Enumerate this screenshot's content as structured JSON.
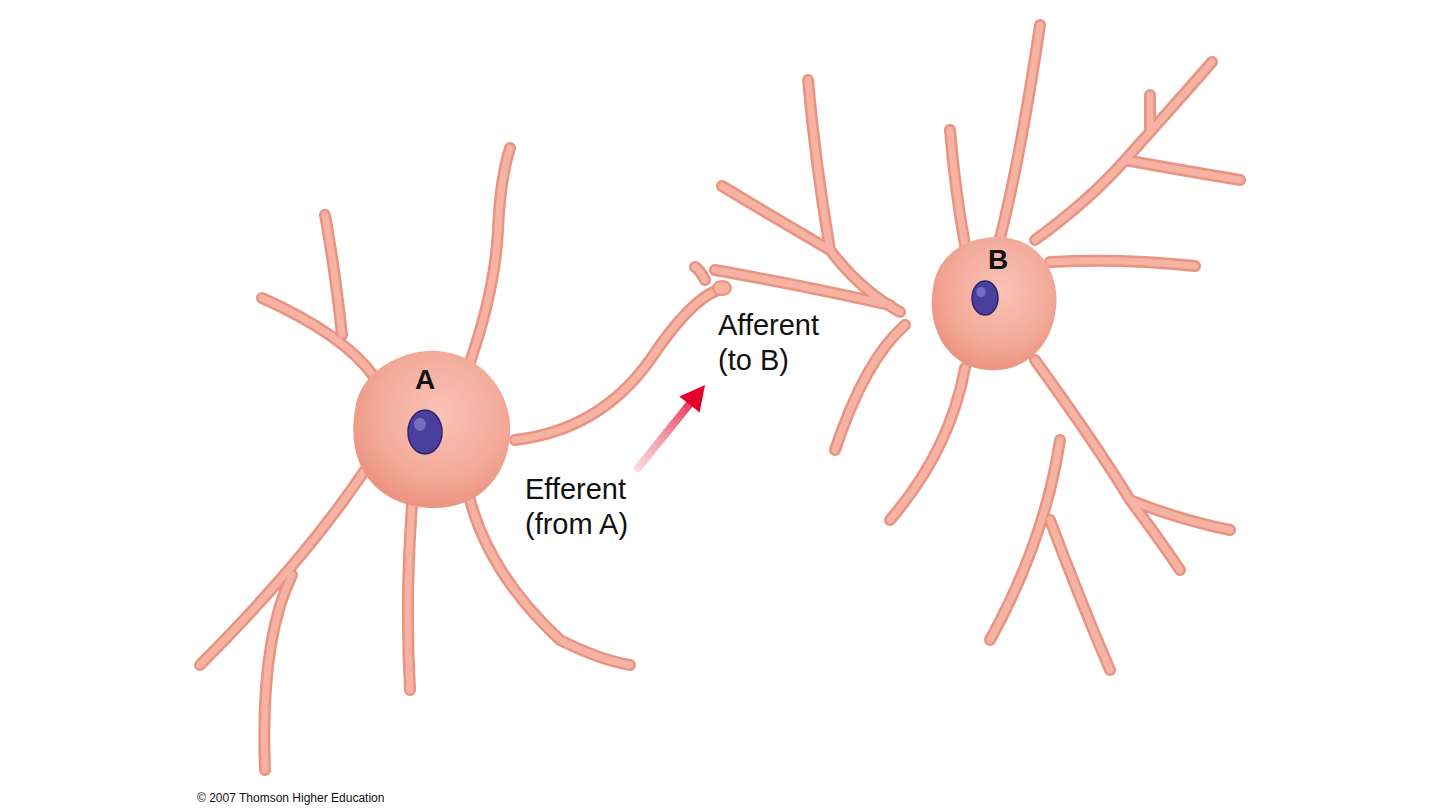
{
  "diagram": {
    "nodes": [
      {
        "text": [
          "A"
        ]
      },
      {
        "text": [
          "B"
        ]
      }
    ],
    "labels": [
      "Efferent (from A)",
      "Afferent (to B)",
      "© 2007 Thomson Higher Education"
    ]
  }
}
